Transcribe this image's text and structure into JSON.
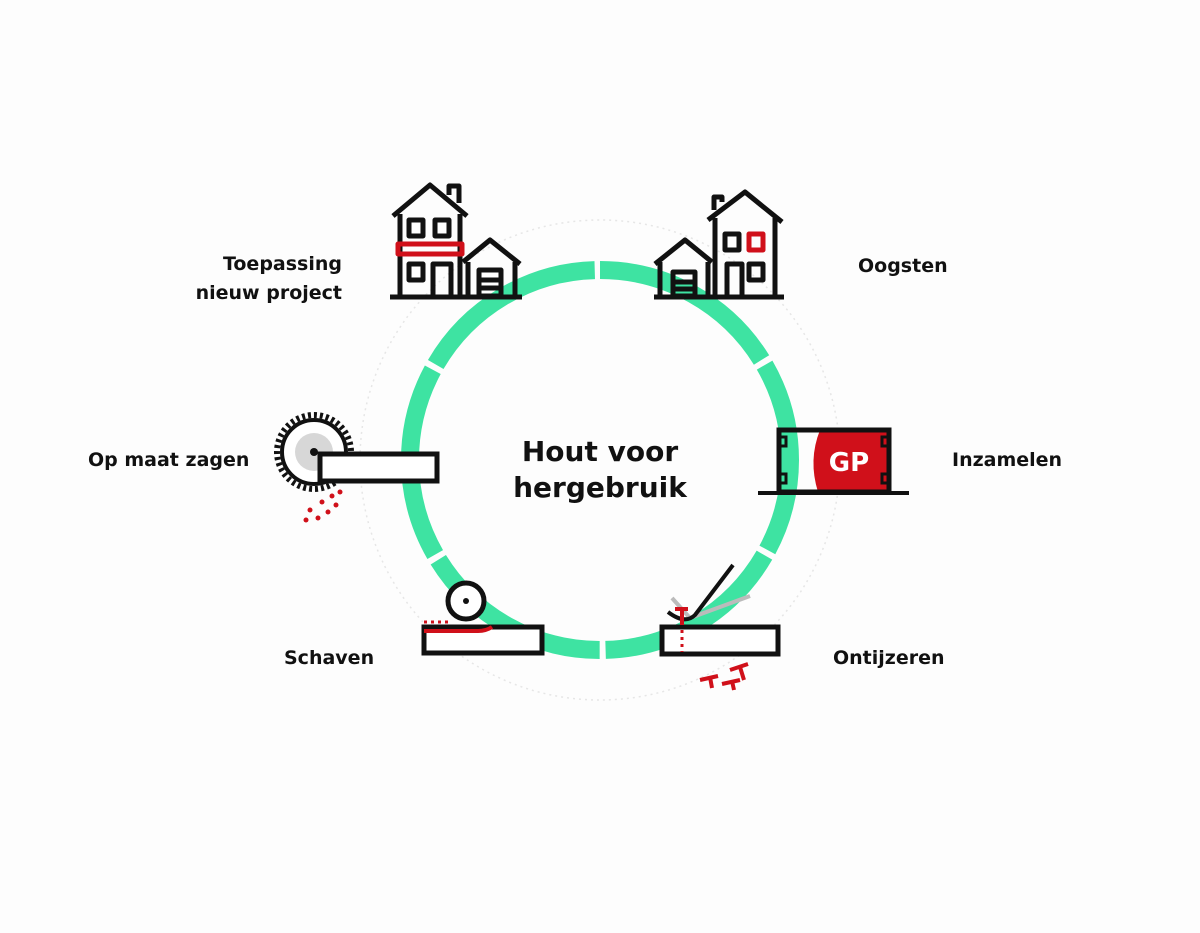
{
  "title": [
    "Hout voor",
    "hergebruik"
  ],
  "steps": [
    {
      "label": "Oogsten"
    },
    {
      "label": "Inzamelen"
    },
    {
      "label": "Ontijzeren"
    },
    {
      "label": "Schaven"
    },
    {
      "label": "Op maat zagen"
    },
    {
      "label": "Toepassing",
      "label2": "nieuw project"
    }
  ],
  "logo_text": "GP",
  "colors": {
    "cycle": "#3ee3a2",
    "accent": "#d0101a",
    "ink": "#111111"
  }
}
